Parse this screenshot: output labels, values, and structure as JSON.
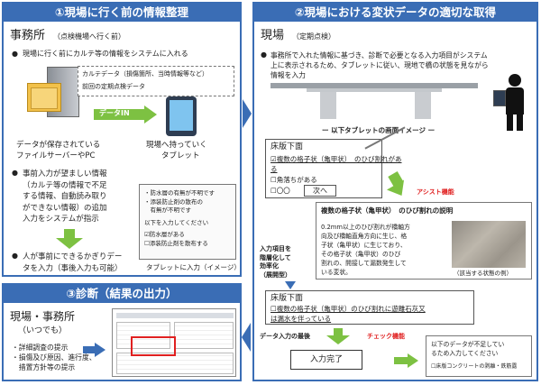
{
  "panel1": {
    "title": "①現場に行く前の情報整理",
    "office_title": "事務所",
    "office_sub": "（点検機場へ行く前）",
    "bullet1": "現場に行く前にカルテ等の情報をシステムに入れる",
    "info_items": [
      "カルテデータ（損傷箇所、当時情報等など）",
      "前回の定期点検データ"
    ],
    "data_in_label": "データIN",
    "server_caption_1": "データが保存されている",
    "server_caption_2": "ファイルサーバーやPC",
    "tablet_caption_1": "現場へ持っていく",
    "tablet_caption_2": "タブレット",
    "bullet2_lines": [
      "事前入力が望ましい情報",
      "（カルテ等の情報で不足",
      "する情報、自動読み取り",
      "ができない情報）の追加",
      "入力をシステムが指示"
    ],
    "bullet3_lines": [
      "人が事前にできるかぎりデー",
      "タを入力（事後入力も可能）"
    ],
    "tablet_box_lines": [
      "・防水層の有無が不明です",
      "・添装防止剤の散布の",
      "　有無が不明です",
      "以下を入力してください",
      "☑防水層がある",
      "☐添装防止剤を散布する"
    ],
    "tablet_box_caption": "タブレットに入力（イメージ）"
  },
  "panel2": {
    "title": "②現場における変状データの適切な取得",
    "site_title": "現場",
    "site_sub": "（定期点検）",
    "bullet_lines": [
      "事務所で入れた情報に基づき、診断で必要となる入力項目がシステム",
      "上に表示されるため、タブレットに従い、現地で橋の状態を見ながら",
      "情報を入力"
    ],
    "tablet_image_caption": "以下タブレットの画面イメージ",
    "slab_title": "床版下面",
    "slab_check1": "☑複数の格子状（亀甲状）　のひび割れがあ",
    "slab_check1b": "る",
    "slab_check2": "☐角落ちがある",
    "slab_check3": "☐〇〇",
    "next_button": "次へ",
    "assist_label": "アシスト機能",
    "assist_title": "複数の格子状（亀甲状）　のひび割れの説明",
    "assist_body": [
      "0.2mm以上のひび割れが橋軸方",
      "向及び橋軸直角方向に生じ、格",
      "子状（亀甲状）に生じており、",
      "その格子状（亀甲状）のひび",
      "割れの、開接して漏数発生して",
      "いる変状。"
    ],
    "photo_caption": "（該当する状態の例）",
    "left_note": [
      "入力項目を",
      "階層化して",
      "効率化",
      "（展開型）"
    ],
    "slab2_title": "床版下面",
    "slab2_line1": "☐複数の格子状（亀甲状）のひび割れに遊離石灰又",
    "slab2_line2": "は漏水を伴っている",
    "last_label": "データ入力の最後",
    "check_label": "チェック機能",
    "complete_button": "入力完了",
    "warn_lines": [
      "以下のデータが不足してい",
      "るため入力してください"
    ],
    "warn_item": "☐床版コンクリートの剥離・鉄筋露"
  },
  "panel3": {
    "title": "③診断（結果の出力）",
    "place": "現場・事務所",
    "when": "（いつでも）",
    "items": [
      "詳細調査の提示",
      "損傷及び原因、進行度、",
      "措置方針等の提示"
    ]
  }
}
